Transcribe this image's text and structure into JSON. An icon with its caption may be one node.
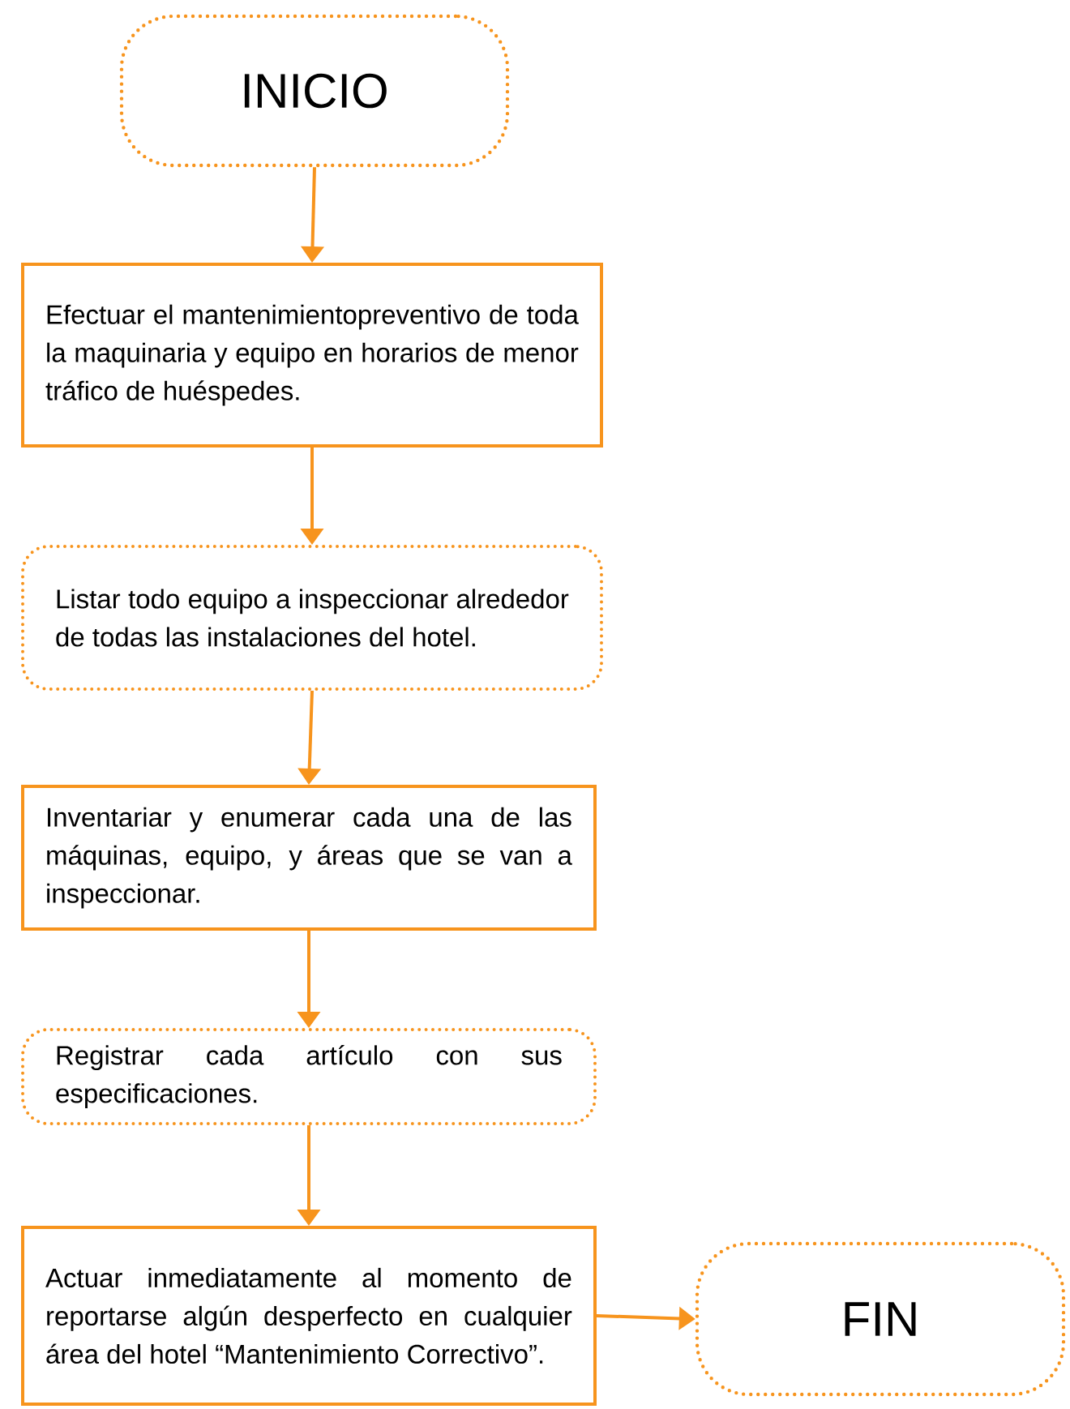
{
  "diagram": {
    "nodes": [
      {
        "text": [
          "INICIO"
        ]
      },
      {
        "text": [
          "Efectuar el mantenimientopreventivo de toda la maquinaria y equipo en horarios de menor tráfico de huéspedes."
        ]
      },
      {
        "text": [
          "Listar todo equipo a inspeccionar alrededor de todas las instalaciones del hotel."
        ]
      },
      {
        "text": [
          "Inventariar y enumerar cada una de las máquinas, equipo, y áreas que se van a inspeccionar."
        ]
      },
      {
        "text": [
          "Registrar cada artículo con sus especificaciones."
        ]
      },
      {
        "text": [
          "Actuar inmediatamente al momento de reportarse algún desperfecto en cualquier área del hotel “Mantenimiento Correctivo”."
        ]
      },
      {
        "text": [
          "FIN"
        ]
      }
    ],
    "edges": [
      {
        "from": 0,
        "to": 1,
        "arrow": "to"
      },
      {
        "from": 1,
        "to": 2,
        "arrow": "to"
      },
      {
        "from": 2,
        "to": 3,
        "arrow": "to"
      },
      {
        "from": 3,
        "to": 4,
        "arrow": "to"
      },
      {
        "from": 4,
        "to": 5,
        "arrow": "to"
      },
      {
        "from": 5,
        "to": 6,
        "arrow": "to"
      }
    ]
  }
}
